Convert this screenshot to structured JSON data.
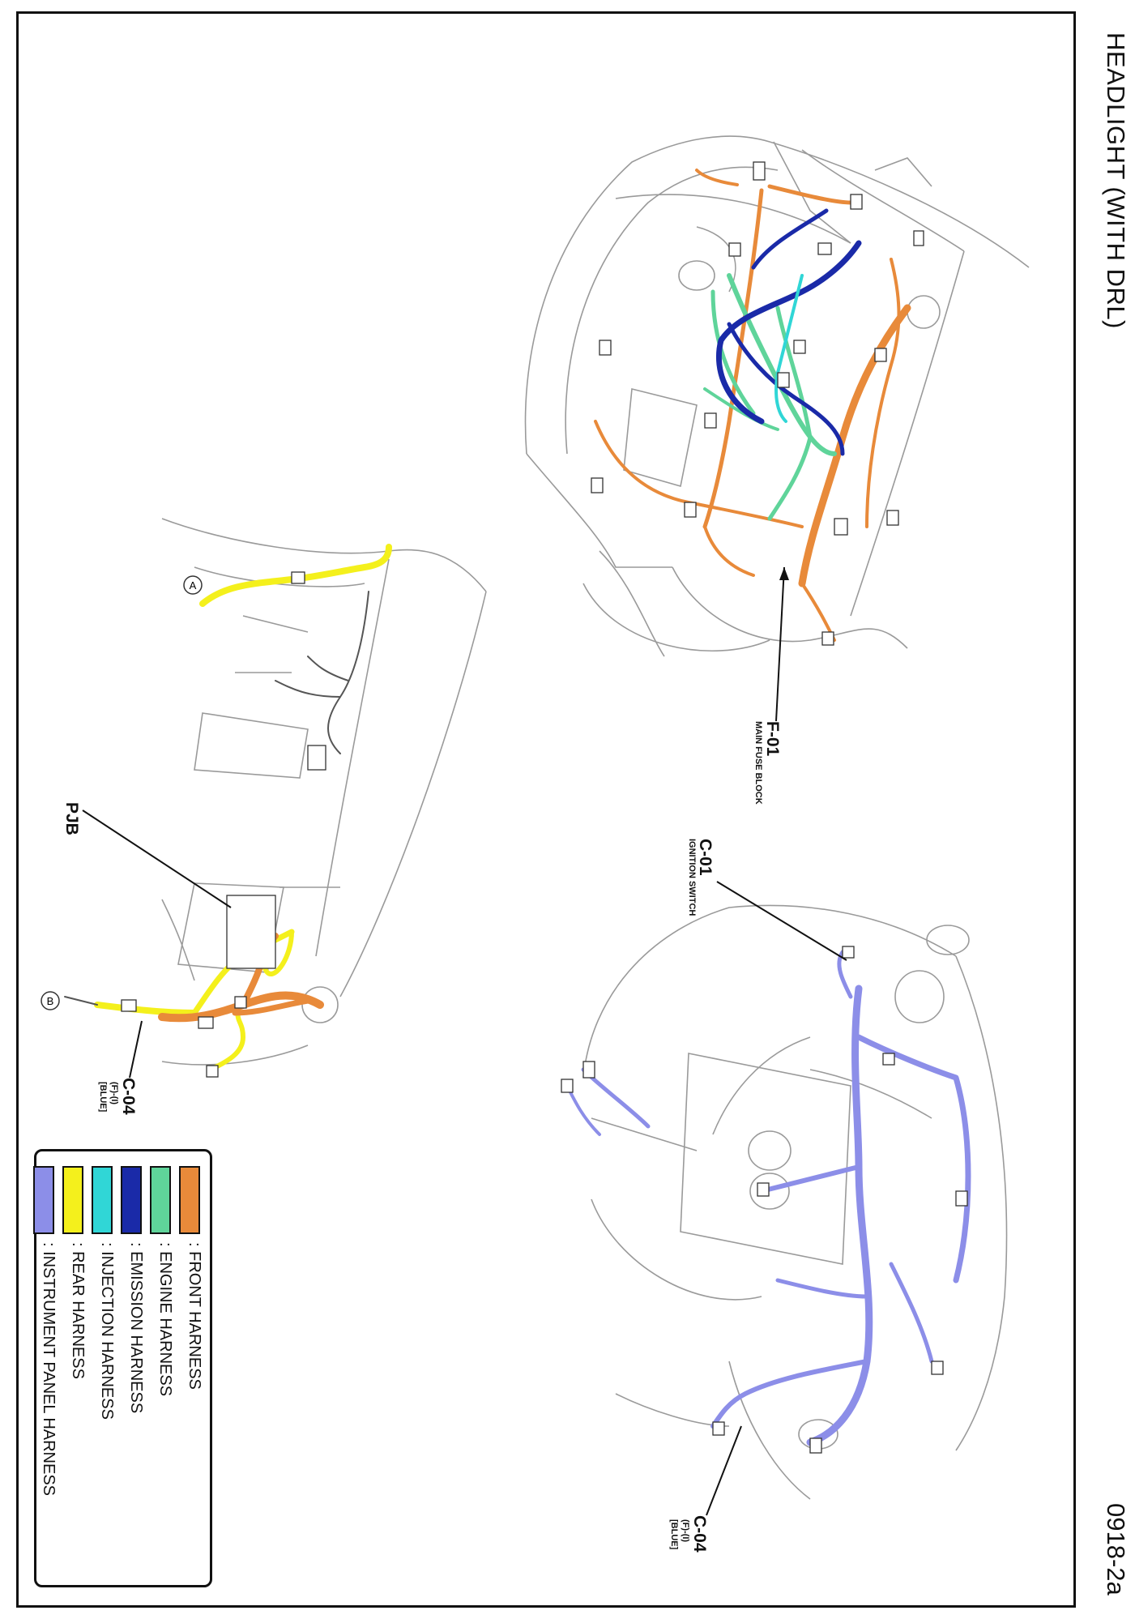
{
  "title": "HEADLIGHT (WITH DRL)",
  "page_id": "0918-2a",
  "colors": {
    "front": "#e88a3a",
    "engine": "#5fd49a",
    "emission": "#1a2aa8",
    "injection": "#30d6d6",
    "rear": "#f4f01c",
    "instrument": "#8c8ee8"
  },
  "callouts": {
    "f01": {
      "code": "F-01",
      "name": "MAIN FUSE BLOCK"
    },
    "c01": {
      "code": "C-01",
      "name": "IGNITION SWITCH"
    },
    "pjb": {
      "code": "PJB"
    },
    "c04_left": {
      "code": "C-04",
      "sub1": "(F)-(I)",
      "sub2": "[BLUE]"
    },
    "c04_right": {
      "code": "C-04",
      "sub1": "(F)-(I)",
      "sub2": "[BLUE]"
    }
  },
  "ground_markers": {
    "a": "A",
    "b": "B"
  },
  "legend": [
    {
      "label": ": FRONT HARNESS",
      "color_key": "front"
    },
    {
      "label": ": ENGINE HARNESS",
      "color_key": "engine"
    },
    {
      "label": ": EMISSION HARNESS",
      "color_key": "emission"
    },
    {
      "label": ": INJECTION HARNESS",
      "color_key": "injection"
    },
    {
      "label": ": REAR HARNESS",
      "color_key": "rear"
    },
    {
      "label": ": INSTRUMENT PANEL HARNESS",
      "color_key": "instrument"
    }
  ]
}
